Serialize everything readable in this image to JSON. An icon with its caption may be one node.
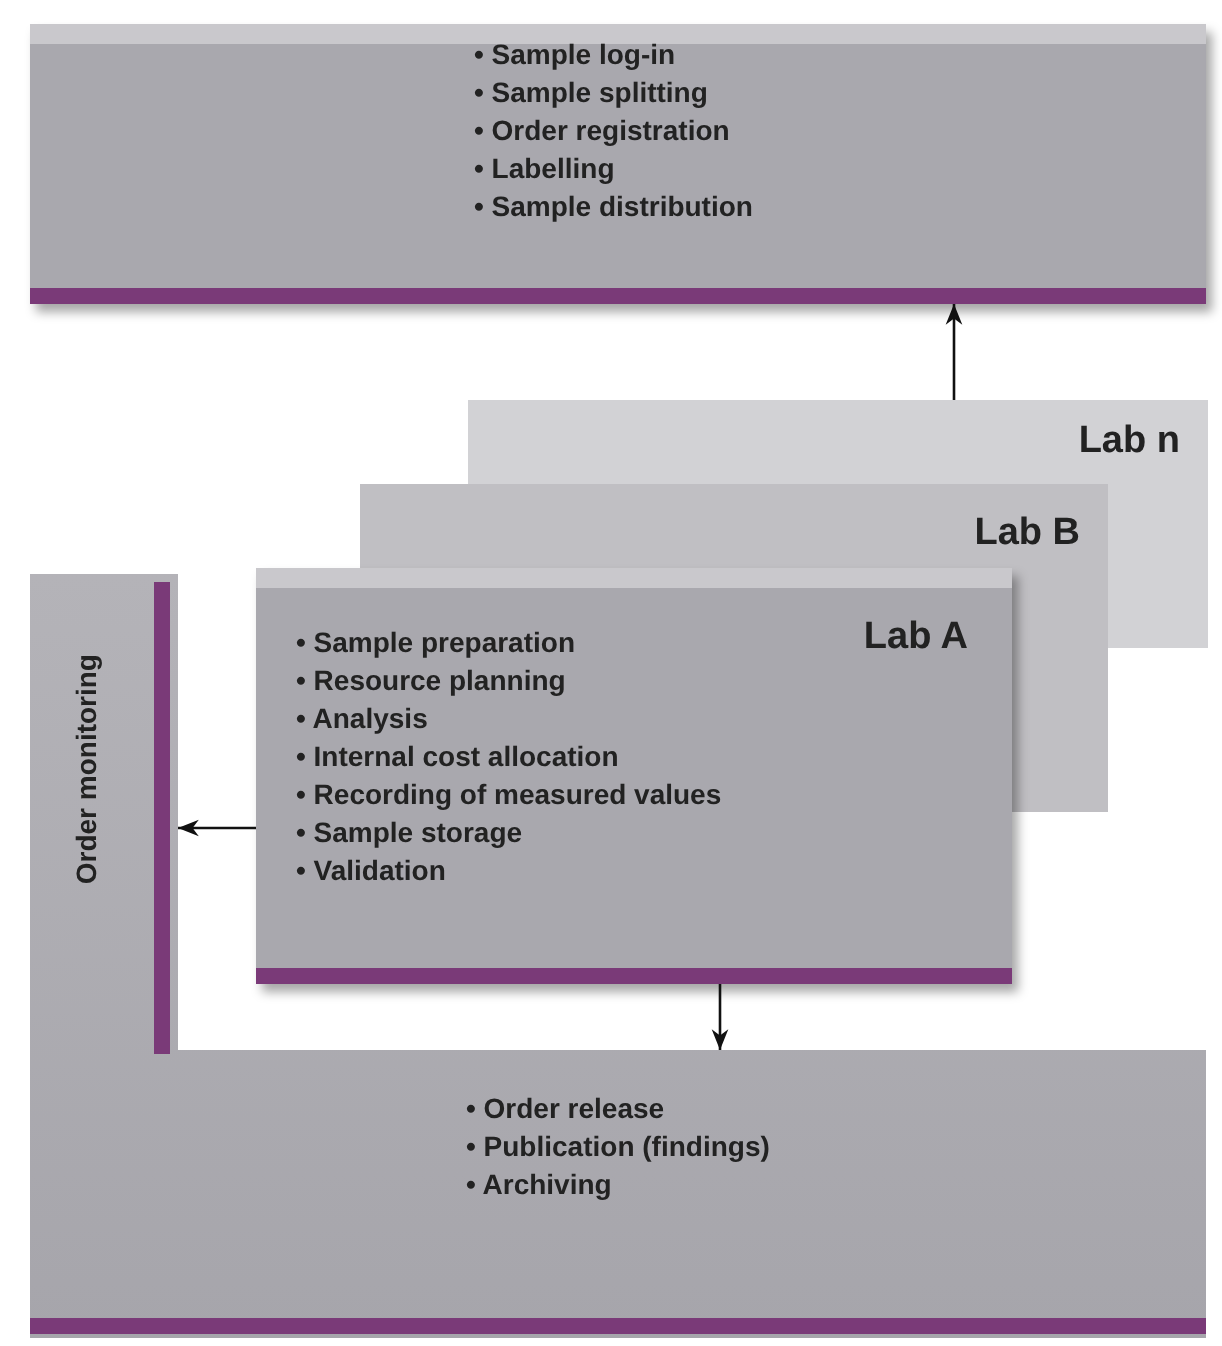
{
  "diagram": {
    "nodes": [
      {
        "text": [
          "• Sample log-in",
          "• Sample splitting",
          "• Order registration",
          "• Labelling",
          "• Sample distribution"
        ]
      },
      {
        "text": [
          "Lab n"
        ]
      },
      {
        "text": [
          "Lab B"
        ]
      },
      {
        "text": [
          "Lab A",
          "• Sample preparation",
          "• Resource planning",
          "• Analysis",
          "• Internal cost allocation",
          "• Recording of measured values",
          "• Sample storage",
          "• Validation"
        ]
      },
      {
        "text": [
          "Order monitoring",
          "• Order release",
          "• Publication (findings)",
          "• Archiving"
        ]
      }
    ],
    "edges": [
      {
        "from": 1,
        "to": 0,
        "arrow": "to"
      },
      {
        "from": 3,
        "to": 4,
        "arrow": "to"
      },
      {
        "from": 3,
        "to": 4,
        "arrow": "to"
      }
    ]
  }
}
